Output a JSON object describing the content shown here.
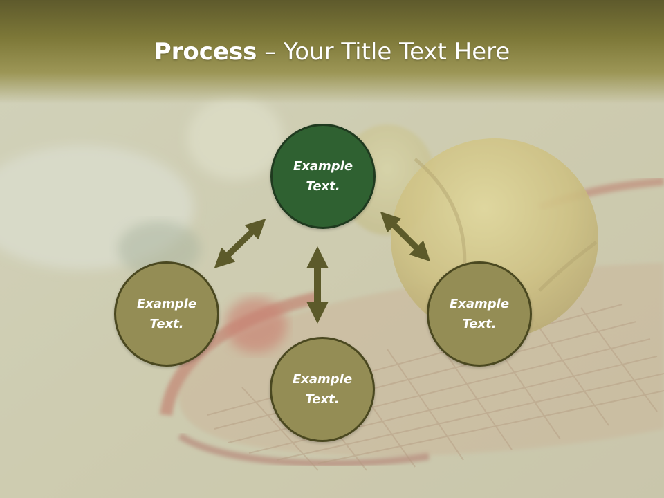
{
  "slide": {
    "title_bold": "Process",
    "title_rest": " – Your Title Text Here"
  },
  "nodes": [
    {
      "id": "top",
      "line1": "Example",
      "line2": "Text."
    },
    {
      "id": "left",
      "line1": "Example",
      "line2": "Text."
    },
    {
      "id": "bottom",
      "line1": "Example",
      "line2": "Text."
    },
    {
      "id": "right",
      "line1": "Example",
      "line2": "Text."
    }
  ],
  "colors": {
    "header": "#7d7838",
    "node_fill": "#948d55",
    "node_center_fill": "#2f6131",
    "arrow": "#5c5a2a"
  },
  "icons": [
    "double-arrow-icon"
  ]
}
